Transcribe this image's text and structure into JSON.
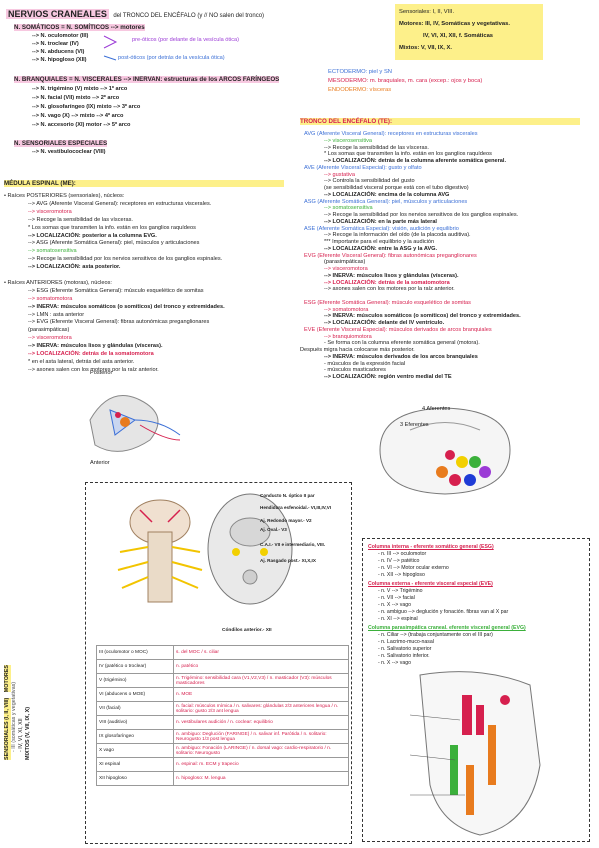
{
  "header": {
    "title": "NERVIOS CRANEALES",
    "subtitle": "del TRONCO DEL ENCÉFALO (y // NO salen del tronco)"
  },
  "legend_box": {
    "l1": "Sensoriales: I, II, VIII.",
    "l2": "Motores: III, IV, Somáticas y vegetativas.",
    "l3": "IV, VI, XI, XII, f. Somáticas",
    "l4": "Mixtos: V, VII, IX, X."
  },
  "somaticos": {
    "head": "N. SOMÁTICOS = N. SOMÍTICOS --> motores",
    "items": [
      "--> N. oculomotor (III)",
      "--> N. troclear (IV)",
      "--> N. abducens (VI)",
      "--> N. hipogloso (XII)"
    ],
    "pre": "pre-óticos (por delante de la vesícula ótica)",
    "post": "post-óticos (por detrás de la vesícula ótica)"
  },
  "branquiales": {
    "head": "N. BRANQUIALES = N. VISCERALES --> INERVAN: estructuras de los ARCOS FARÍNGEOS",
    "items": [
      "--> N. trigémino (V)   mixto --> 1º arco",
      "--> N. facial (VII)   mixto --> 2º arco",
      "--> N. glosofaríngeo (IX)   mixto --> 3º arco",
      "--> N. vago (X)   --> mixto --> 4º arco",
      "--> N. accesorio (XI)   motor --> 5º arco"
    ]
  },
  "dermos": {
    "l1": "ECTODERMO: piel y SN",
    "l2": "MESODERMO: m. braquiales, m. cara (excep.: ojos y boca)",
    "l3": "ENDODERMO: vísceras"
  },
  "sensoriales": {
    "head": "N. SENSORIALES ESPECIALES",
    "item": "--> N. vestibulococlear (VIII)"
  },
  "medula": {
    "head": "MÉDULA ESPINAL (ME):",
    "lines": [
      "• Raíces POSTERIORES (sensoriales), núcleos:",
      "--> AVG (Aferente Visceral General): receptores en estructuras viscerales.",
      "--> visceromotora",
      "--> Recoge la sensibilidad de las vísceras.",
      "* Los somas que transmiten la info. están en los ganglios raquídeos",
      "--> LOCALIZACIÓN: posterior a la columna EVG.",
      "--> ASG (Aferente Somática General): piel, músculos y articulaciones",
      "--> somatosensitiva",
      "--> Recoge la sensibilidad por los nervios sensitivos de los ganglios espinales.",
      "--> LOCALIZACIÓN: asta posterior.",
      "",
      "• Raíces ANTERIORES (motoras), núcleos:",
      "--> ESG (Eferente Somática General): músculo esquelético de somitas",
      "--> somatomotora",
      "--> INERVA: músculos somáticos (o somíticos) del tronco y extremidades.",
      "--> LMN : asta anterior",
      "--> EVG (Eferente Visceral General): fibras autonómicas preganglionares",
      "(parasimpáticas)",
      "--> visceromotora",
      "--> INERVA: músculos lisos y glándulas (vísceras).",
      "--> LOCALIZACIÓN: detrás de la somatomotora",
      "* en el asta lateral, detrás del asta anterior.",
      "--> axones salen con los motores por la raíz anterior."
    ]
  },
  "tronco": {
    "head": "TRONCO DEL ENCÉFALO (TE):",
    "lines": [
      "AVG (Aferente Visceral General): receptores en estructuras viscerales",
      "--> viscerosensitiva",
      "--> Recoge la sensibilidad de las vísceras.",
      "* Los somas que transmiten la info. están en los ganglios raquídeos",
      "--> LOCALIZACIÓN: detrás de la columna aferente somática general.",
      "AVE (Aferente Visceral Especial): gusto y olfato",
      "--> gustativa",
      "--> Controla la sensibilidad del gusto",
      "(se sensibilidad visceral porque está con el tubo digestivo)",
      "--> LOCALIZACIÓN: encima de la columna AVG",
      "ASG (Aferente Somática General): piel, músculos y articulaciones",
      "--> somatosensitiva",
      "--> Recoge la sensibilidad por los nervios sensitivos de los ganglios espinales.",
      "--> LOCALIZACIÓN: en la parte más lateral",
      "ASE (Aferente Somática Especial): visión, audición y equilibrio",
      "--> Recoge la información del oído (de la placoda auditiva).",
      "*** Importante para el equilibrio y la audición",
      "--> LOCALIZACIÓN: entre la ASG y la AVG.",
      "EVG (Eferente Visceral General): fibras autonómicas preganglionares",
      "(parasimpáticas)",
      "--> visceromotora",
      "--> INERVA: músculos lisos y glándulas (vísceras).",
      "--> LOCALIZACIÓN: detrás de la somatomotora",
      "--> axones salen con los motores por la raíz anterior.",
      "",
      "ESG (Eferente Somática General): músculo esquelético de somitas",
      "--> somatomotora",
      "--> INERVA: músculos somáticos (o somíticos) del tronco y extremidades.",
      "--> LOCALIZACIÓN: delante del IV ventrículo.",
      "EVE (Eferente Visceral Especial): músculos derivados de arcos branquiales",
      "--> branquiomotora",
      "- Se forma con la columna eferente somática general (motora).",
      "Después migra hacia colocarse más posterior.",
      "--> INERVA: músculos derivados de los arcos branquiales",
      "- músculos de la expresión facial",
      "- músculos masticadores",
      "--> LOCALIZACIÓN: región ventro medial del TE"
    ]
  },
  "diagram_labels": {
    "posterior": "Posterior",
    "anterior": "Anterior",
    "aferentes": "4 Aferentes",
    "eferentes": "3 Eferentes"
  },
  "brain_labels": {
    "a": "Conducto N. óptico II par",
    "b": "Hendidura esfenoidal.- VI,III,IV,VI",
    "c": "Aj. Redondo mayor.- V2",
    "d": "Aj. Oval.- V3",
    "e": "C.A.I.- VII e intermediario, VIII.",
    "f": "Aj. Rasgado post.- XI,X,IX",
    "g": "Cóndilos anterior.- XII"
  },
  "side_label": {
    "l1": "SENSORIALES (I, II, VIII)",
    "l2": "MOTORES",
    "l3": "- III (somáticas y vegetativas)",
    "l4": "- IV, VI, XI, XII",
    "l5": "MIXTOS (V, VII, IX, X)"
  },
  "table_rows": [
    [
      "III (oculomotor o MOC)",
      "s. del MOC / s. ciliar"
    ],
    [
      "IV (patético o troclear)",
      "n. patético"
    ],
    [
      "V (trigémino)",
      "n. Trigémino: sensibilidad cara (V1,V2,V3) / n. masticador (V3): músculos masticadores"
    ],
    [
      "VI (abducens o MOE)",
      "n. MOE"
    ],
    [
      "VII (facial)",
      "n. facial: músculos mímica / n. salivares: glándulas 2/3 anteriores lengua / n. solitario: gusto 2/3 ant lengua"
    ],
    [
      "VIII (auditivo)",
      "n. vestibulares audición / n. coclear: equilibrio"
    ],
    [
      "IX glosofaríngeo",
      "n. ambiguo: Deglución (FARINGE) / n. salivar inf. Parótida / n. solitario: Neurogusto 1/3 post lengua"
    ],
    [
      "X vago",
      "n. ambiguo: Fonación (LARINGE) / n. dorsal vago: cardio-respiratorio / n. solitario: Neurogusto"
    ],
    [
      "XI espinal",
      "n. espinal: m. ECM y trapecio"
    ],
    [
      "XII hipogloso",
      "n. hipogloso: M. lengua"
    ]
  ],
  "columnas": {
    "c1_head": "Columna interna - eferente somático general (ESG)",
    "c1_items": [
      "n. III --> oculomotor",
      "n. IV --> patético",
      "n. VI --> Motor ocular externo",
      "n. XII --> hipogloso"
    ],
    "c2_head": "Columna externa - eferente visceral especial (EVE)",
    "c2_items": [
      "n. V --> Trigémino",
      "n. VII --> facial",
      "n. X --> vago",
      "n. ambiguo --> deglución y fonación. fibras van al X par",
      "n. XI --> espinal"
    ],
    "c3_head": "Columna parasimpática craneal. eferente visceral general (EVG)",
    "c3_items": [
      "n. Ciliar --> (trabaja conjuntamente con el III par)",
      "n. Lacrimo-muco-nasal",
      "n. Salivatorio superior",
      "n. Salivatorio inferior.",
      "n. X --> vago"
    ]
  }
}
